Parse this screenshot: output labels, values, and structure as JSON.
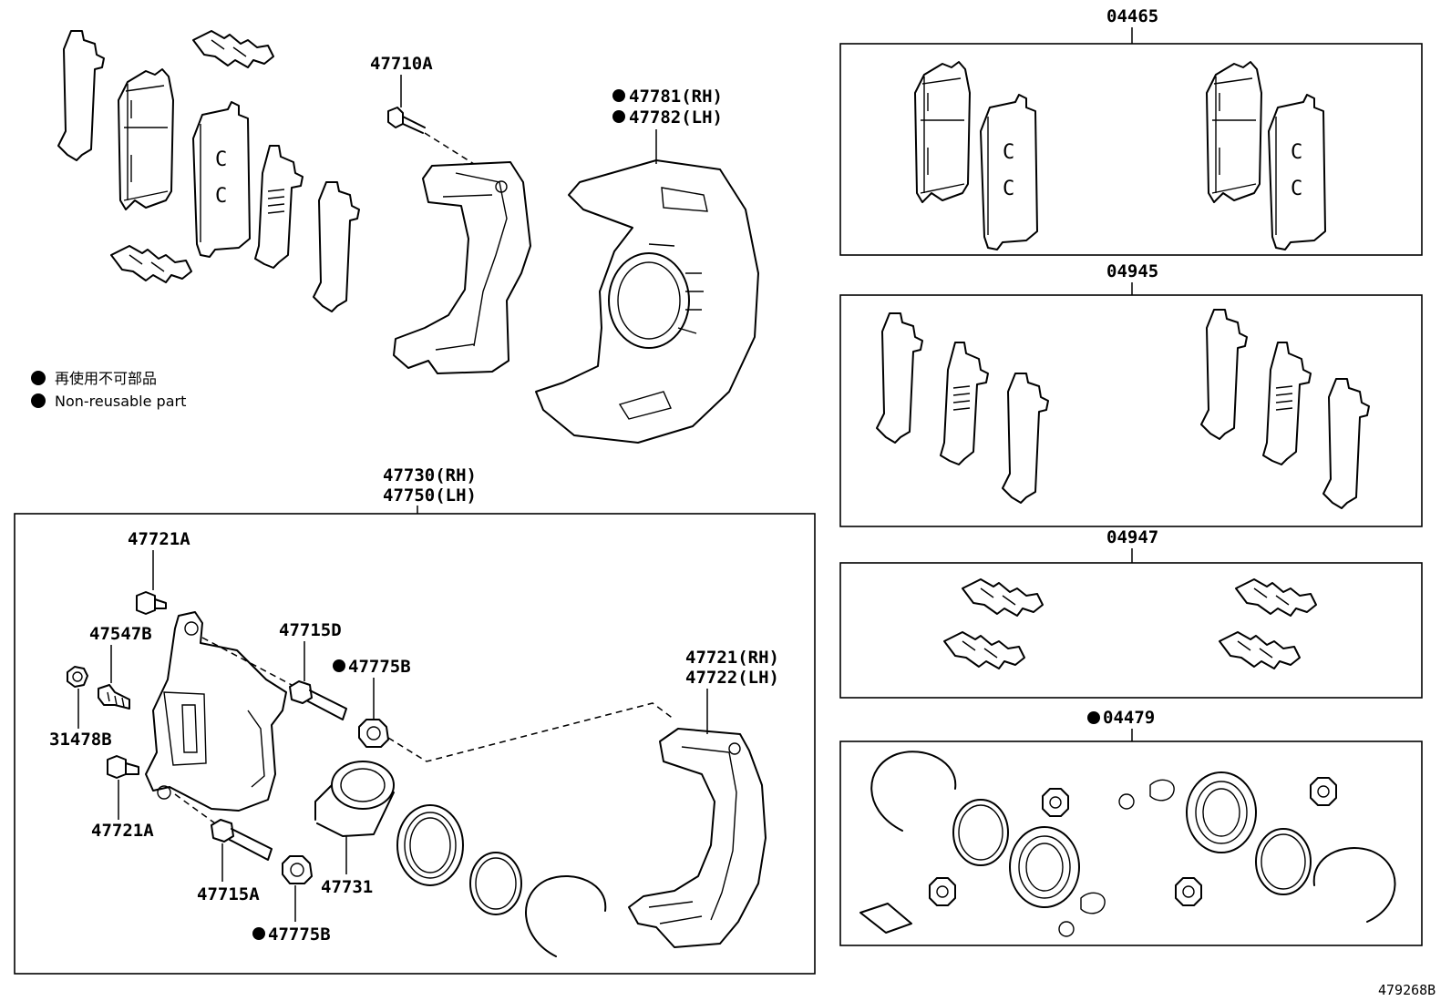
{
  "legend": {
    "jp": "再使用不可部品",
    "en": "Non-reusable part"
  },
  "labels": {
    "p47710A": "47710A",
    "p47781": "47781(RH)",
    "p47782": "47782(LH)",
    "p47730": "47730(RH)",
    "p47750": "47750(LH)",
    "p47721A_top": "47721A",
    "p47547B": "47547B",
    "p31478B": "31478B",
    "p47721A_bottom": "47721A",
    "p47715D": "47715D",
    "p47775B_top": "47775B",
    "p47715A": "47715A",
    "p47775B_bottom": "47775B",
    "p47731": "47731",
    "p47721": "47721(RH)",
    "p47722": "47722(LH)"
  },
  "kits": {
    "k04465": "04465",
    "k04945": "04945",
    "k04947": "04947",
    "k04479": "04479"
  },
  "reference": "479268B"
}
